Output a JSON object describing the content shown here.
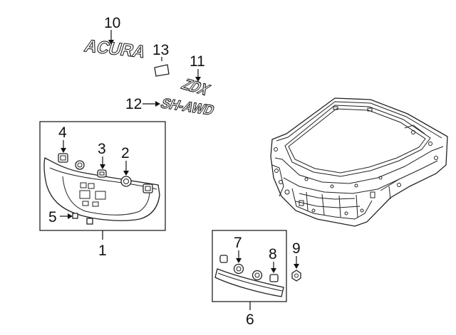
{
  "diagram": {
    "colors": {
      "line": "#222222",
      "background": "#ffffff"
    },
    "callouts": [
      {
        "id": "1",
        "label": "1"
      },
      {
        "id": "2",
        "label": "2"
      },
      {
        "id": "3",
        "label": "3"
      },
      {
        "id": "4",
        "label": "4"
      },
      {
        "id": "5",
        "label": "5"
      },
      {
        "id": "6",
        "label": "6"
      },
      {
        "id": "7",
        "label": "7"
      },
      {
        "id": "8",
        "label": "8"
      },
      {
        "id": "9",
        "label": "9"
      },
      {
        "id": "10",
        "label": "10"
      },
      {
        "id": "11",
        "label": "11"
      },
      {
        "id": "12",
        "label": "12"
      },
      {
        "id": "13",
        "label": "13"
      }
    ],
    "emblems": {
      "acura": "ACURA",
      "zdx": "ZDX",
      "shawd": "SH-AWD"
    }
  }
}
